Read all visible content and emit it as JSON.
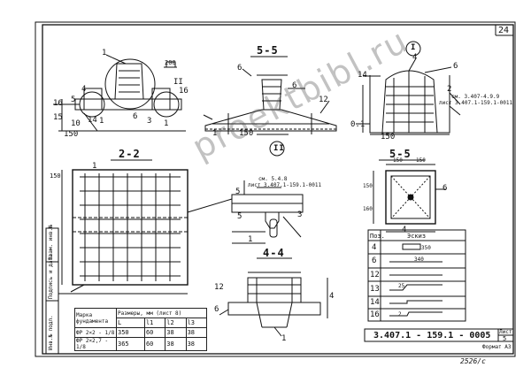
{
  "page_number": "24",
  "sections": {
    "s55_top": "5-5",
    "s1": "I",
    "s22": "2-2",
    "s2": "II",
    "s55_b": "5-5",
    "s44": "4-4"
  },
  "labels": {
    "l1": "1",
    "l2": "II",
    "l3": "4",
    "l4": "5",
    "l5": "16",
    "l6": "6",
    "l7": "14",
    "l8": "16",
    "l9": "1",
    "l10": "3",
    "l11": "1",
    "l12": "10",
    "l13": "150",
    "l14": "15",
    "l15": "200",
    "d1": "6",
    "d2": "6",
    "d3": "150",
    "d4": "1",
    "d5": "12",
    "r1": "4",
    "r2": "6",
    "r3": "14",
    "r4": "150",
    "r5": "0.1",
    "r6": "2",
    "r7": "см. 3.407-4.9.9",
    "r8": "лист 3.407.1-159.1-0011",
    "g1": "150",
    "g2": "1",
    "ii1": "5",
    "ii2": "см. 5.4.8",
    "ii3": "лист 3.407.1-159.1-0011",
    "ii4": "5",
    "ii5": "3",
    "ii6": "1",
    "b1": "150",
    "b2": "150",
    "b3": "150",
    "b4": "160",
    "b5": "6",
    "b6": "4",
    "f1": "12",
    "f2": "6",
    "f3": "4",
    "f4": "1",
    "bottom_code": "2526/с"
  },
  "spec": {
    "header_pos": "Поз.",
    "header_sketch": "Эскиз",
    "rows": [
      "4",
      "6",
      "12",
      "13",
      "14",
      "16"
    ],
    "dim_a": "350",
    "dim_b": "340",
    "dim_c": "25",
    "dim_d": "2"
  },
  "mark_table": {
    "col_mark": "Марка фундамента",
    "col_dims": "Размеры, мм",
    "col_sub": "(лист 8)",
    "sub_headers": [
      "L",
      "l1",
      "l2",
      "l3"
    ],
    "rows": [
      {
        "mark": "ФР 2×2 - 1/8",
        "v": [
          "350",
          "60",
          "38",
          "38"
        ]
      },
      {
        "mark": "ФР 2×2,7 - 1/8",
        "v": [
          "365",
          "60",
          "38",
          "38"
        ]
      }
    ]
  },
  "stamp": {
    "code": "3.407.1 - 159.1 - 0005",
    "sheet_label": "Лист",
    "sheet_no": "5",
    "format": "Формат А3"
  },
  "side_stamp": {
    "t1": "Инв.№ подл.",
    "t2": "Подпись и дата",
    "t3": "Взам. инв.№"
  },
  "watermark": "proektbibl.ru"
}
